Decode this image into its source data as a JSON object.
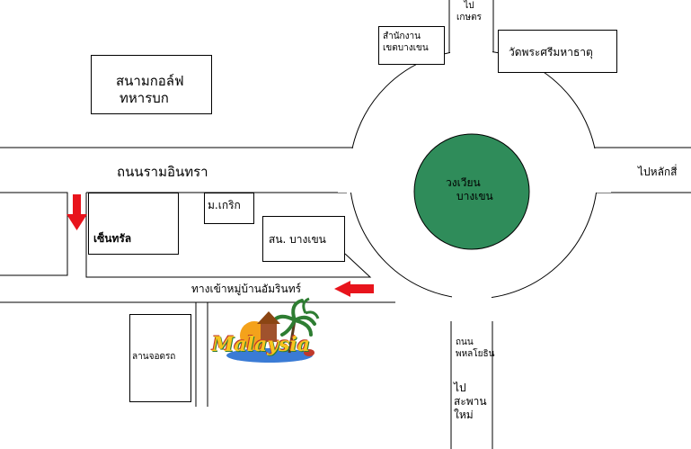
{
  "roads": {
    "main_road": "ถนนรามอินทรา",
    "to_kaset": [
      "ไป",
      "เกษตร"
    ],
    "to_laksi": "ไปหลักสี่",
    "phahon": [
      "ถนน",
      "พหลโยธิน"
    ],
    "to_bridge": [
      "ไป",
      "สะพาน",
      "ใหม่"
    ],
    "village_entrance": "ทางเข้าหมู่บ้านอัมรินทร์"
  },
  "roundabout": {
    "label": [
      "วงเวียน",
      "บางเขน"
    ],
    "color": "#2f8c5a"
  },
  "places": {
    "golf": [
      "สนามกอล์ฟ",
      "ทหารบก"
    ],
    "district_office": [
      "สำนักงาน",
      "เขตบางเขน"
    ],
    "temple": "วัดพระศรีมหาธาตุ",
    "central": "เซ็นทรัล",
    "kasem": "ม.เกริก",
    "police": "สน. บางเขน",
    "parking": "ลานจอดรถ",
    "malaysia": "Malaysia"
  },
  "colors": {
    "arrow": "#e8141c",
    "central_logo": "#e41c24"
  },
  "icons": [
    "red-down-arrow-icon",
    "red-left-arrow-icon",
    "central-logo-icon",
    "palm-tree-icon"
  ]
}
